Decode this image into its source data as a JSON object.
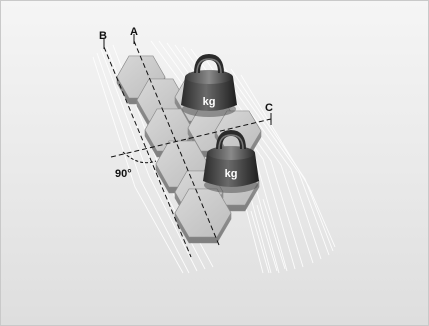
{
  "diagram": {
    "labels": {
      "b": "B",
      "a": "A",
      "c": "C",
      "angle": "90°"
    },
    "weights": [
      {
        "unit": "kg"
      },
      {
        "unit": "kg"
      }
    ]
  }
}
